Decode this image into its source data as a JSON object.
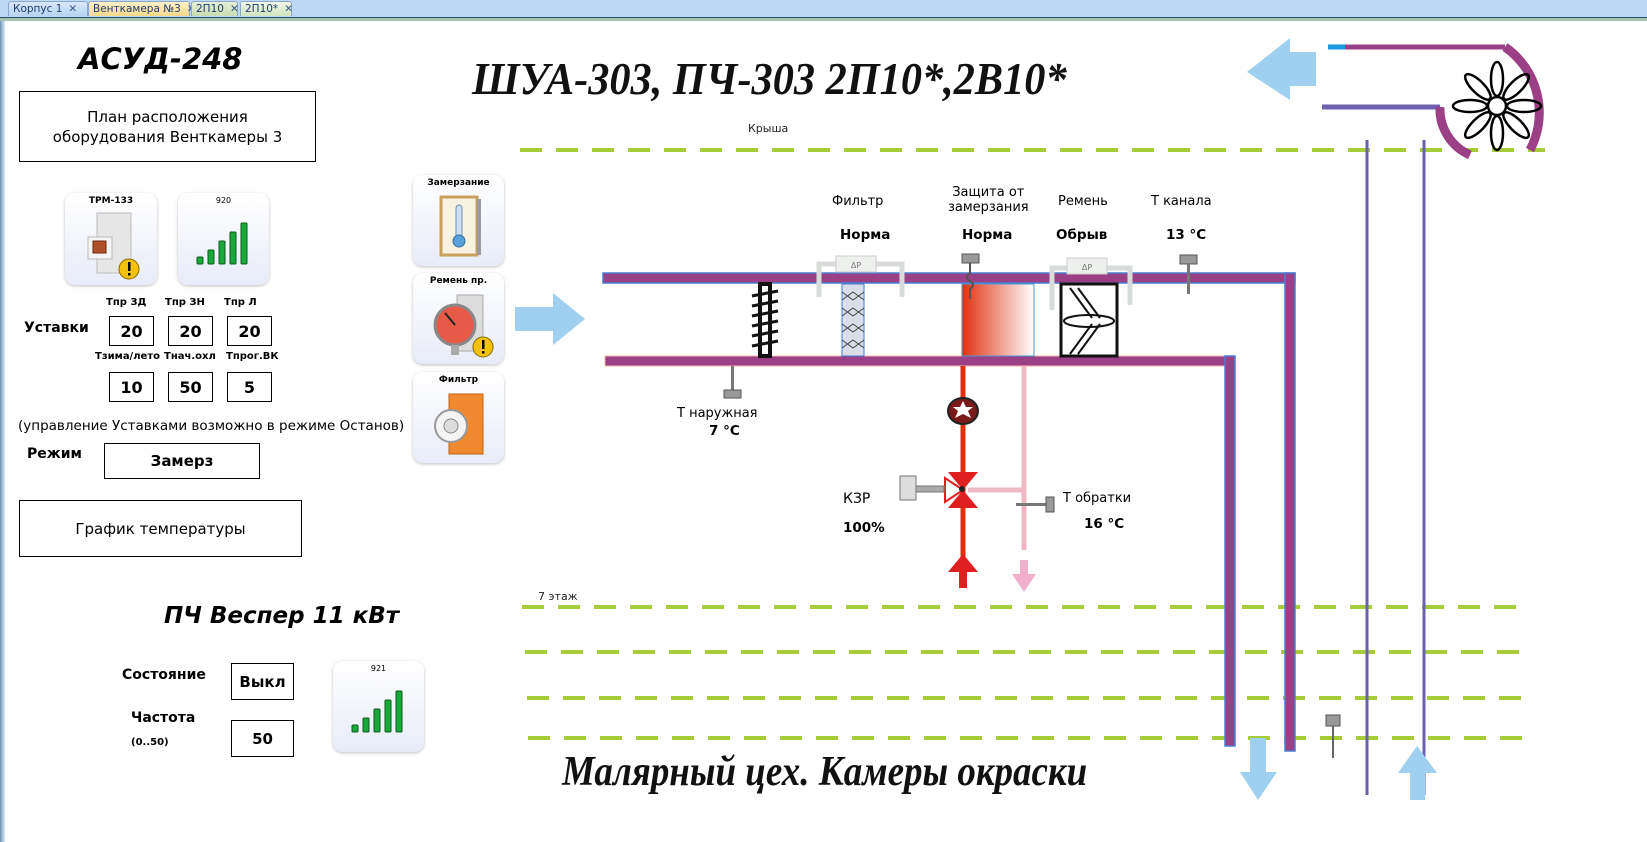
{
  "tabs": [
    {
      "label": "Корпус 1",
      "close": "✕"
    },
    {
      "label": "Венткамера №3",
      "close": "✕"
    },
    {
      "label": "2П10",
      "close": "✕"
    },
    {
      "label": "2П10*",
      "close": "✕"
    }
  ],
  "left_panel": {
    "title": "АСУД-248",
    "plan_button": {
      "line1": "План расположения",
      "line2": "оборудования Венткамеры 3"
    },
    "controller_tile": {
      "label": "ТРМ-133",
      "icon": "controller-warning-icon"
    },
    "signal_tile_1": {
      "label": "920",
      "icon": "signal-strength-icon"
    },
    "setpoints": {
      "label": "Уставки",
      "row1": [
        {
          "label": "Tпр ЗД",
          "value": "20"
        },
        {
          "label": "Tпр ЗН",
          "value": "20"
        },
        {
          "label": "Tпр Л",
          "value": "20"
        }
      ],
      "row2": [
        {
          "label": "Tзима/лето",
          "value": "10"
        },
        {
          "label": "Tнач.охл",
          "value": "50"
        },
        {
          "label": "Tпрог.ВК",
          "value": "5"
        }
      ]
    },
    "note": "(управление Уставками  возможно в режиме Останов)",
    "mode": {
      "label": "Режим",
      "value": "Замерз"
    },
    "graph_button": "График температуры",
    "vfd": {
      "title": "ПЧ Веспер 11 кВт",
      "state_label": "Состояние",
      "state_value": "Выкл",
      "freq_label": "Частота",
      "freq_range": "(0..50)",
      "freq_value": "50",
      "signal_tile": {
        "label": "921",
        "icon": "signal-strength-icon"
      }
    }
  },
  "alarm_tiles": [
    {
      "label": "Замерзание",
      "icon": "thermometer-panel-icon"
    },
    {
      "label": "Ремень пр.",
      "icon": "pressure-gauge-warning-icon"
    },
    {
      "label": "Фильтр",
      "icon": "smoke-detector-icon"
    }
  ],
  "diagram": {
    "title": "ШУА-303, ПЧ-303  2П10*,2В10*",
    "bottom_title": "Малярный цех. Камеры окраски",
    "roof_label": "Крыша",
    "floor_label": "7 этаж",
    "filter": {
      "label": "Фильтр",
      "value": "Норма",
      "dp": "ΔP"
    },
    "freeze": {
      "label_line1": "Защита от",
      "label_line2": "замерзания",
      "value": "Норма"
    },
    "belt": {
      "label": "Ремень",
      "value": "Обрыв",
      "dp": "ΔP"
    },
    "t_channel": {
      "label": "Т канала",
      "value": "13 °C"
    },
    "t_outdoor": {
      "label": "Т наружная",
      "value": "7 °C"
    },
    "valve": {
      "label": "КЗР",
      "value": "100%"
    },
    "t_return": {
      "label": "Т обратки",
      "value": "16 °C"
    },
    "colors": {
      "duct": "#9b3f86",
      "duct_edge": "#4a7fd0",
      "air_arrow": "#9fd0f0",
      "floor_line": "#a6cc3a",
      "hot_water": "#e03010",
      "return_water": "#f0b8c4"
    }
  }
}
